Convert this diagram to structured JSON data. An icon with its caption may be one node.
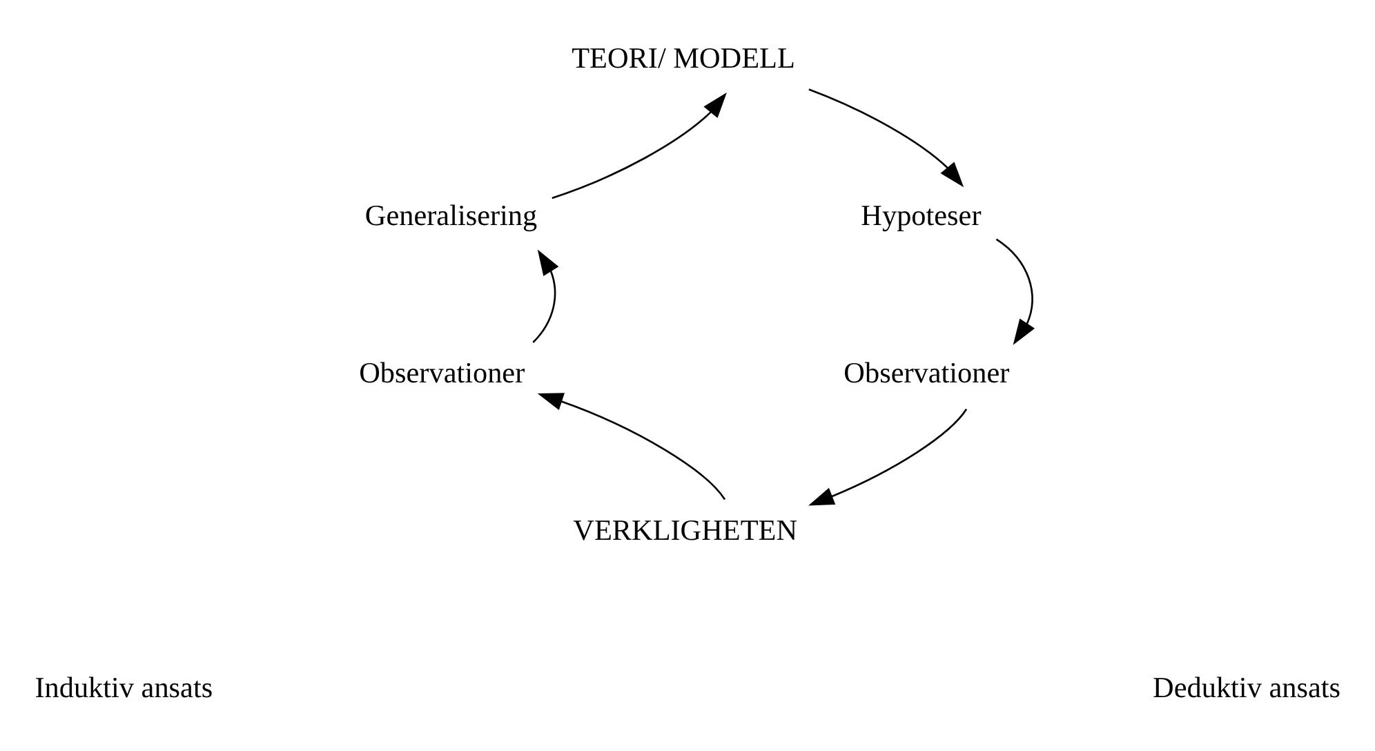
{
  "diagram": {
    "nodes": [
      {
        "text": [
          "TEORI/ MODELL"
        ]
      },
      {
        "text": [
          "Generalisering"
        ]
      },
      {
        "text": [
          "Hypoteser"
        ]
      },
      {
        "text": [
          "Observationer"
        ]
      },
      {
        "text": [
          "Observationer"
        ]
      },
      {
        "text": [
          "VERKLIGHETEN"
        ]
      }
    ],
    "edges": [
      {
        "from": 1,
        "to": 0,
        "arrow": "to"
      },
      {
        "from": 0,
        "to": 2,
        "arrow": "to"
      },
      {
        "from": 2,
        "to": 4,
        "arrow": "to"
      },
      {
        "from": 4,
        "to": 5,
        "arrow": "to"
      },
      {
        "from": 5,
        "to": 3,
        "arrow": "to"
      },
      {
        "from": 3,
        "to": 1,
        "arrow": "to"
      }
    ],
    "labels": [
      "Induktiv ansats",
      "Deduktiv ansats"
    ]
  }
}
